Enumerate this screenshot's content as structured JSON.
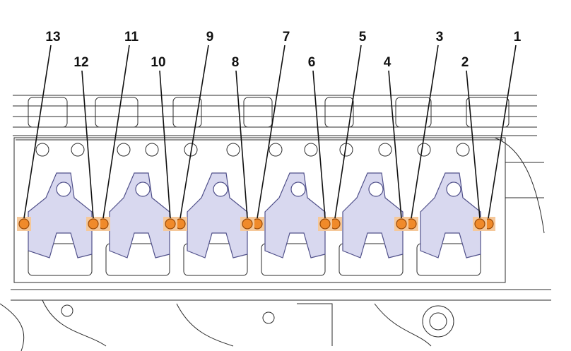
{
  "diagram": {
    "subject": "cylinder-head-rocker-assembly-bolts",
    "colors": {
      "line": "#2b2b2b",
      "highlight_fill": "#d8d8ef",
      "highlight_stroke": "#50508a",
      "marker_fill": "#f08a2a",
      "marker_stroke": "#9a4a08",
      "leader": "#111111",
      "label": "#111111"
    },
    "callouts": [
      {
        "id": 1,
        "label": "1"
      },
      {
        "id": 2,
        "label": "2"
      },
      {
        "id": 3,
        "label": "3"
      },
      {
        "id": 4,
        "label": "4"
      },
      {
        "id": 5,
        "label": "5"
      },
      {
        "id": 6,
        "label": "6"
      },
      {
        "id": 7,
        "label": "7"
      },
      {
        "id": 8,
        "label": "8"
      },
      {
        "id": 9,
        "label": "9"
      },
      {
        "id": 10,
        "label": "10"
      },
      {
        "id": 11,
        "label": "11"
      },
      {
        "id": 12,
        "label": "12"
      },
      {
        "id": 13,
        "label": "13"
      }
    ]
  }
}
